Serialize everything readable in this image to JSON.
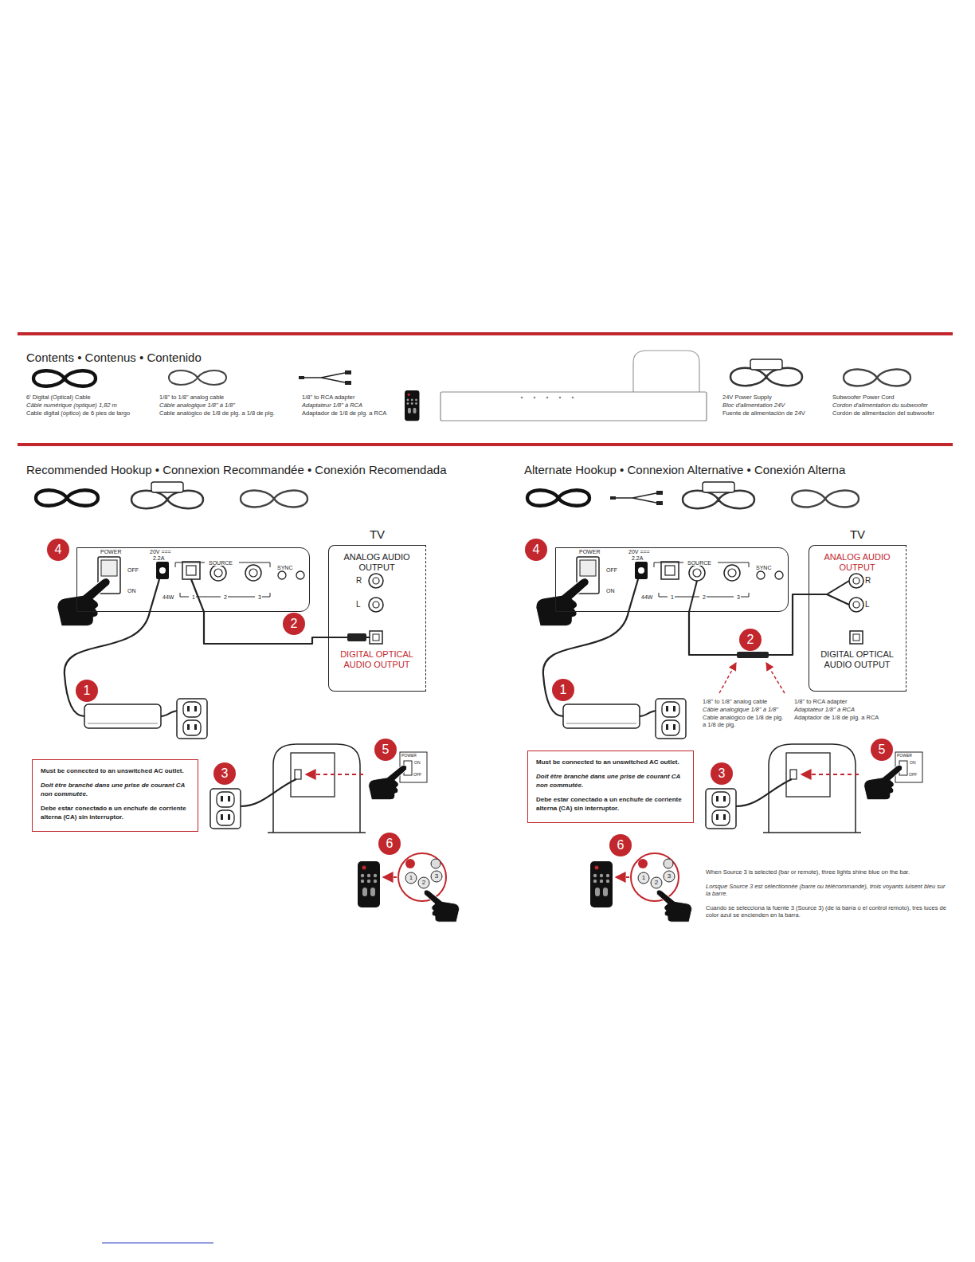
{
  "diagram": {
    "nodes": [
      {
        "text": [
          "4"
        ]
      },
      {
        "text": [
          "POWER",
          "OFF",
          "ON",
          "20V ===",
          "2.2A",
          "44W",
          "SOURCE",
          "1",
          "2",
          "3",
          "SYNC"
        ]
      },
      {
        "text": [
          "TV",
          "ANALOG AUDIO OUTPUT",
          "DIGITAL OPTICAL AUDIO OUTPUT"
        ]
      },
      {
        "text": [
          "2"
        ]
      },
      {
        "text": [
          "1"
        ]
      },
      {
        "text": [
          "Must be connected to an unswitched AC outlet.",
          "Doit être branché dans une prise de courant CA non commutée.",
          "Debe estar conectado a un enchufe de corriente alterna (CA) sin interruptor."
        ]
      },
      {
        "text": [
          "3"
        ]
      },
      {
        "text": [
          "5"
        ]
      },
      {
        "text": [
          "6"
        ]
      },
      {
        "text": [
          "4"
        ]
      },
      {
        "text": [
          "POWER",
          "OFF",
          "ON",
          "20V ===",
          "2.2A",
          "44W",
          "SOURCE",
          "1",
          "2",
          "3",
          "SYNC"
        ]
      },
      {
        "text": [
          "TV",
          "ANALOG AUDIO OUTPUT",
          "DIGITAL OPTICAL AUDIO OUTPUT"
        ]
      },
      {
        "text": [
          "2"
        ]
      },
      {
        "text": [
          "1"
        ]
      },
      {
        "text": [
          "Must be connected to an unswitched AC outlet.",
          "Doit être branché dans une prise de courant CA non commutée.",
          "Debe estar conectado a un enchufe de corriente alterna (CA) sin interruptor."
        ]
      },
      {
        "text": [
          "3"
        ]
      },
      {
        "text": [
          "5"
        ]
      },
      {
        "text": [
          "6"
        ]
      }
    ],
    "edges": [
      {
        "from": 1,
        "to": 2,
        "arrow": "none"
      },
      {
        "from": 10,
        "to": 11,
        "arrow": "none"
      }
    ],
    "labels": [
      "Contents • Contenus • Contenido",
      "6' Digital (Optical) Cable",
      "Câble numérique (optique) 1,82 m",
      "Cable digital (óptico) de 6 pies de largo",
      "1/8\" to 1/8\" analog cable",
      "Câble analogique 1/8\" à 1/8\"",
      "Cable analógico de 1/8 de plg. a 1/8 de plg.",
      "1/8\" to RCA adapter",
      "Adaptateur 1/8\" à RCA",
      "Adaptador de 1/8 de plg. a RCA",
      "24V Power Supply",
      "Bloc d'alimentation 24V",
      "Fuente de alimentación de 24V",
      "Subwoofer Power Cord",
      "Cordon d'alimentation du subwoofer",
      "Cordón de alimentación del subwoofer",
      "Recommended Hookup • Connexion Recommandée • Conexión Recomendada",
      "Alternate Hookup • Connexion Alternative • Conexión Alterna",
      "R",
      "L",
      "R",
      "L",
      "1/8\" to 1/8\" analog cable",
      "Câble analogique 1/8\" à 1/8\"",
      "Cable analógico de 1/8 de plg. a 1/8 de plg.",
      "1/8\" to RCA adapter",
      "Adaptateur 1/8\" à RCA",
      "Adaptador de 1/8 de plg. a RCA",
      "When Source 3 is selected (bar or remote), three lights shine blue on the bar.",
      "Lorsque Source 3 est sélectionnée (barre ou télécommande), trois voyants luisent bleu sur la barre.",
      "Cuando se selecciona la fuente 3 (Source 3) (de la barra o el control remoto), tres luces de color azul se encienden en la barra.",
      "POWER",
      "ON",
      "OFF",
      "POWER",
      "ON",
      "OFF",
      "1",
      "2",
      "3",
      "1",
      "2",
      "3"
    ]
  }
}
